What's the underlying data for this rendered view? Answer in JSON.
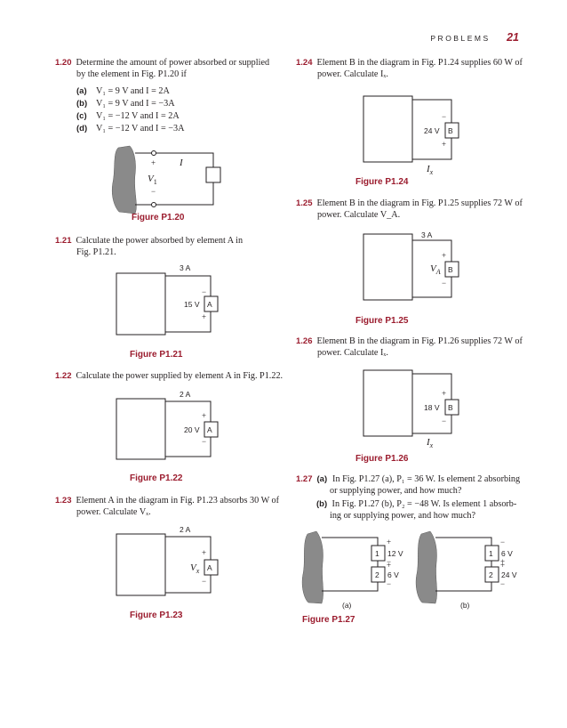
{
  "header": {
    "section": "PROBLEMS",
    "page": "21"
  },
  "p120": {
    "num": "1.20",
    "text": "Determine the amount of power absorbed or supplied",
    "cont": "by the element in Fig. P1.20 if",
    "items": [
      {
        "label": "(a)",
        "text": "V₁ = 9 V and I = 2A"
      },
      {
        "label": "(b)",
        "text": "V₁ = 9 V and I = −3A"
      },
      {
        "label": "(c)",
        "text": "V₁ = −12 V and I = 2A"
      },
      {
        "label": "(d)",
        "text": "V₁ = −12 V and I = −3A"
      }
    ],
    "fig": {
      "plus": "+",
      "minus": "−",
      "I": "I",
      "V": "V",
      "Vsub": "1",
      "caption": "Figure P1.20"
    }
  },
  "p121": {
    "num": "1.21",
    "text": "Calculate the power absorbed by element A in",
    "cont": "Fig. P1.21.",
    "fig": {
      "current": "3 A",
      "voltage": "15 V",
      "element": "A",
      "top": "−",
      "bottom": "+",
      "caption": "Figure P1.21"
    }
  },
  "p122": {
    "num": "1.22",
    "text": "Calculate the power supplied by element A in Fig. P1.22.",
    "fig": {
      "current": "2 A",
      "voltage": "20 V",
      "element": "A",
      "top": "+",
      "bottom": "−",
      "caption": "Figure P1.22"
    }
  },
  "p123": {
    "num": "1.23",
    "text": "Element A in the diagram in Fig. P1.23 absorbs 30 W of",
    "cont": "power. Calculate Vₓ.",
    "fig": {
      "current": "2 A",
      "voltage": "V",
      "vsub": "x",
      "element": "A",
      "top": "+",
      "bottom": "−",
      "caption": "Figure P1.23"
    }
  },
  "p124": {
    "num": "1.24",
    "text": "Element B in the diagram in Fig. P1.24 supplies 60 W of",
    "cont": "power. Calculate Iₓ.",
    "fig": {
      "voltage": "24 V",
      "element": "B",
      "top": "−",
      "bottom": "+",
      "current": "I",
      "csub": "x",
      "caption": "Figure P1.24"
    }
  },
  "p125": {
    "num": "1.25",
    "text": "Element B in the diagram in Fig. P1.25 supplies 72 W of",
    "cont": "power. Calculate V_A.",
    "fig": {
      "current": "3 A",
      "voltage": "V",
      "vsub": "A",
      "element": "B",
      "top": "+",
      "bottom": "−",
      "caption": "Figure P1.25"
    }
  },
  "p126": {
    "num": "1.26",
    "text": "Element B in the diagram in Fig. P1.26 supplies 72 W of",
    "cont": "power. Calculate Iₓ.",
    "fig": {
      "voltage": "18 V",
      "element": "B",
      "top": "+",
      "bottom": "−",
      "current": "I",
      "csub": "x",
      "caption": "Figure P1.26"
    }
  },
  "p127": {
    "num": "1.27",
    "items": [
      {
        "label": "(a)",
        "text": "In Fig. P1.27 (a), P₁ = 36 W. Is element 2 absorbing",
        "cont": "or supplying power, and how much?"
      },
      {
        "label": "(b)",
        "text": "In Fig. P1.27 (b), P₂ = −48 W. Is element 1 absorb-",
        "cont": "ing or supplying power, and how much?"
      }
    ],
    "fig": {
      "a": {
        "e1": "1",
        "v1": "12 V",
        "e2": "2",
        "v2": "6 V",
        "label": "(a)"
      },
      "b": {
        "e1": "1",
        "v1": "6 V",
        "e2": "2",
        "v2": "24 V",
        "label": "(b)"
      },
      "plus": "+",
      "minus": "−",
      "caption": "Figure P1.27"
    }
  }
}
